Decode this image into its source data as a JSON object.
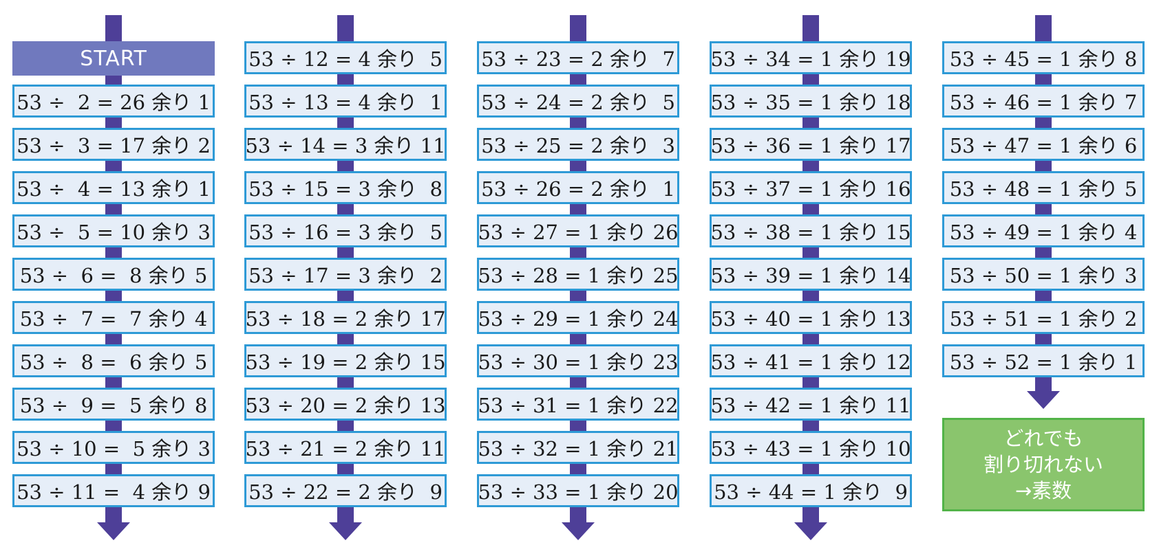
{
  "colors": {
    "arrow": "#4e3f98",
    "box_border": "#2e9ad6",
    "box_fill": "#e6eef8",
    "start_fill": "#7079be",
    "result_fill": "#8ac56d",
    "result_border": "#52b348"
  },
  "start_label": "START",
  "columns": [
    {
      "rows": [
        "53 ÷  2 = 26 余り 1",
        "53 ÷  3 = 17 余り 2",
        "53 ÷  4 = 13 余り 1",
        "53 ÷  5 = 10 余り 3",
        "53 ÷  6 =  8 余り 5",
        "53 ÷  7 =  7 余り 4",
        "53 ÷  8 =  6 余り 5",
        "53 ÷  9 =  5 余り 8",
        "53 ÷ 10 =  5 余り 3",
        "53 ÷ 11 =  4 余り 9"
      ]
    },
    {
      "rows": [
        "53 ÷ 12 = 4 余り  5",
        "53 ÷ 13 = 4 余り  1",
        "53 ÷ 14 = 3 余り 11",
        "53 ÷ 15 = 3 余り  8",
        "53 ÷ 16 = 3 余り  5",
        "53 ÷ 17 = 3 余り  2",
        "53 ÷ 18 = 2 余り 17",
        "53 ÷ 19 = 2 余り 15",
        "53 ÷ 20 = 2 余り 13",
        "53 ÷ 21 = 2 余り 11",
        "53 ÷ 22 = 2 余り  9"
      ]
    },
    {
      "rows": [
        "53 ÷ 23 = 2 余り  7",
        "53 ÷ 24 = 2 余り  5",
        "53 ÷ 25 = 2 余り  3",
        "53 ÷ 26 = 2 余り  1",
        "53 ÷ 27 = 1 余り 26",
        "53 ÷ 28 = 1 余り 25",
        "53 ÷ 29 = 1 余り 24",
        "53 ÷ 30 = 1 余り 23",
        "53 ÷ 31 = 1 余り 22",
        "53 ÷ 32 = 1 余り 21",
        "53 ÷ 33 = 1 余り 20"
      ]
    },
    {
      "rows": [
        "53 ÷ 34 = 1 余り 19",
        "53 ÷ 35 = 1 余り 18",
        "53 ÷ 36 = 1 余り 17",
        "53 ÷ 37 = 1 余り 16",
        "53 ÷ 38 = 1 余り 15",
        "53 ÷ 39 = 1 余り 14",
        "53 ÷ 40 = 1 余り 13",
        "53 ÷ 41 = 1 余り 12",
        "53 ÷ 42 = 1 余り 11",
        "53 ÷ 43 = 1 余り 10",
        "53 ÷ 44 = 1 余り  9"
      ]
    },
    {
      "rows": [
        "53 ÷ 45 = 1 余り 8",
        "53 ÷ 46 = 1 余り 7",
        "53 ÷ 47 = 1 余り 6",
        "53 ÷ 48 = 1 余り 5",
        "53 ÷ 49 = 1 余り 4",
        "53 ÷ 50 = 1 余り 3",
        "53 ÷ 51 = 1 余り 2",
        "53 ÷ 52 = 1 余り 1"
      ]
    }
  ],
  "result": {
    "line1": "どれでも",
    "line2": "割り切れない",
    "line3": "→素数"
  }
}
